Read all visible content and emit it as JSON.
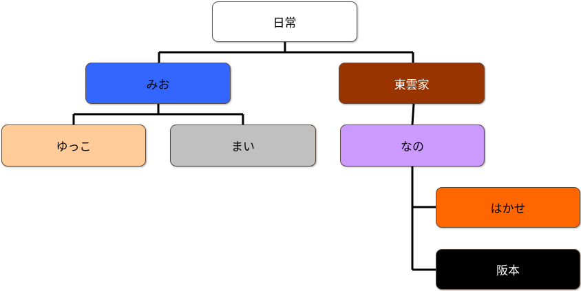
{
  "diagram": {
    "type": "org-chart",
    "nodes": [
      {
        "id": "root",
        "label": "日常",
        "fill": "#FFFFFF",
        "text_color": "#000000",
        "parent": null
      },
      {
        "id": "mio",
        "label": "みお",
        "fill": "#3366FF",
        "text_color": "#000000",
        "parent": "root"
      },
      {
        "id": "shinonome",
        "label": "東雲家",
        "fill": "#993300",
        "text_color": "#FFFFFF",
        "parent": "root"
      },
      {
        "id": "yukko",
        "label": "ゆっこ",
        "fill": "#FFCC99",
        "text_color": "#000000",
        "parent": "mio"
      },
      {
        "id": "mai",
        "label": "まい",
        "fill": "#C0C0C0",
        "text_color": "#000000",
        "parent": "mio"
      },
      {
        "id": "nano",
        "label": "なの",
        "fill": "#CC99FF",
        "text_color": "#000000",
        "parent": "shinonome"
      },
      {
        "id": "hakase",
        "label": "はかせ",
        "fill": "#FF6600",
        "text_color": "#000000",
        "parent": "nano"
      },
      {
        "id": "sakamoto",
        "label": "阪本",
        "fill": "#000000",
        "text_color": "#FFFFFF",
        "parent": "nano"
      }
    ],
    "connector_color": "#000000"
  }
}
